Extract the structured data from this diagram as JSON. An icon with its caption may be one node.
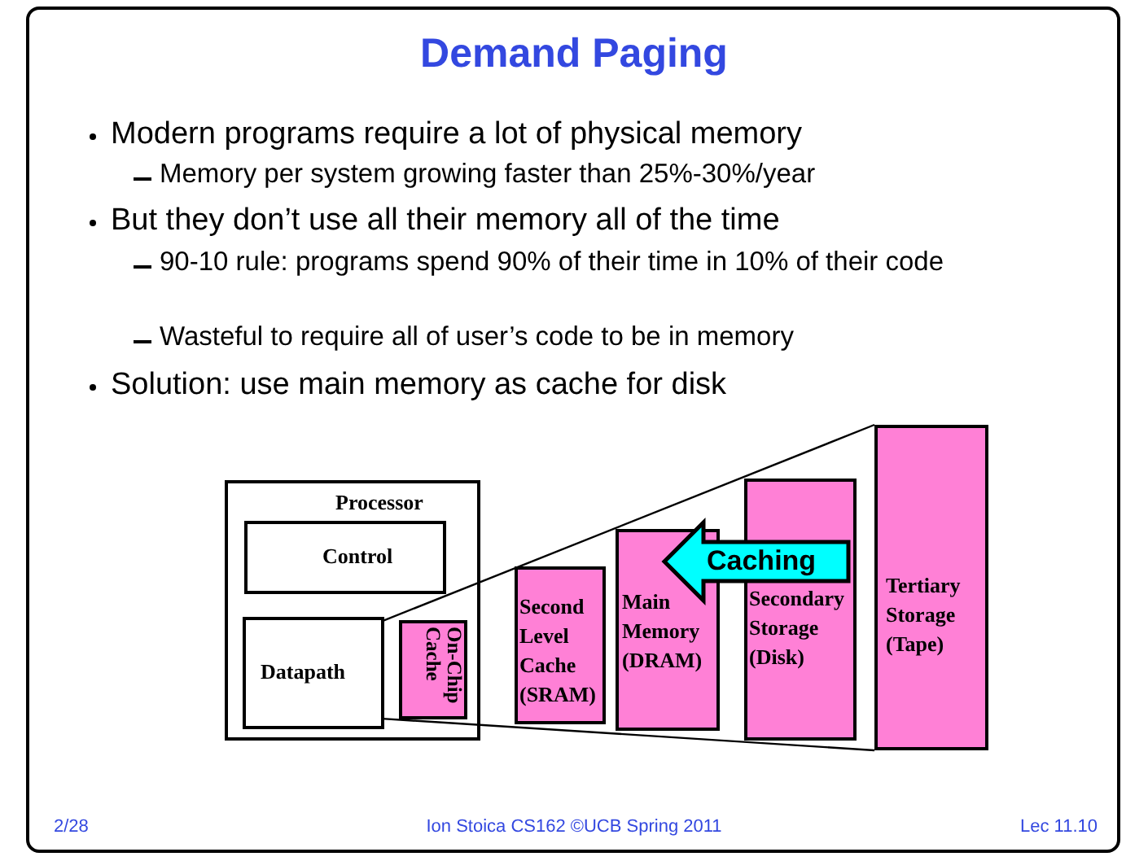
{
  "diagram": {
    "title": "Demand Paging",
    "nodes": [
      {
        "text": [
          "Processor"
        ]
      },
      {
        "text": [
          "Control"
        ],
        "in": 0
      },
      {
        "text": [
          "Datapath"
        ],
        "in": 0
      },
      {
        "text": [
          "On-Chip Cache"
        ],
        "in": 0
      },
      {
        "text": [
          "Second Level Cache (SRAM)"
        ]
      },
      {
        "text": [
          "Main Memory (DRAM)"
        ]
      },
      {
        "text": [
          "Secondary Storage (Disk)"
        ]
      },
      {
        "text": [
          "Tertiary Storage (Tape)"
        ]
      }
    ],
    "edges": [
      {
        "from": 2,
        "to": 7,
        "arrow": "none"
      },
      {
        "from": 2,
        "to": 7,
        "arrow": "none"
      },
      {
        "from": 6,
        "to": 5,
        "arrow": "to",
        "label": "Caching",
        "style": "thick",
        "color": "#00ffff"
      }
    ],
    "labels": [
      "Modern programs require a lot of physical memory",
      "Memory per system growing faster than 25%-30%/year",
      "But they don’t use all their memory all of the time",
      "90-10 rule: programs spend 90% of their time in 10% of their code",
      "Wasteful to require all of user’s code to be in memory",
      "Solution: use main memory as cache for disk",
      "2/28",
      "Ion Stoica CS162 ©UCB Spring 2011",
      "Lec 11.10"
    ]
  }
}
